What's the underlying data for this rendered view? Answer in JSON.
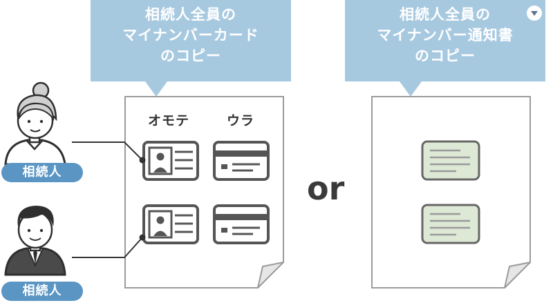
{
  "callout_left": {
    "lines": [
      "相続人全員の",
      "マイナンバーカード",
      "のコピー"
    ]
  },
  "callout_right": {
    "lines": [
      "相続人全員の",
      "マイナンバー通知書",
      "のコピー"
    ]
  },
  "columns": {
    "front": "オモテ",
    "back": "ウラ"
  },
  "or_text": "or",
  "persons": [
    {
      "label": "相続人",
      "icon": "elderly-woman-icon"
    },
    {
      "label": "相続人",
      "icon": "man-in-suit-icon"
    }
  ],
  "menu_icon": "chevron-down-icon",
  "colors": {
    "callout": "#a7c9e0",
    "label_pill": "#5b95c4",
    "notice_card": "#dde8d5",
    "outline": "#555555"
  }
}
